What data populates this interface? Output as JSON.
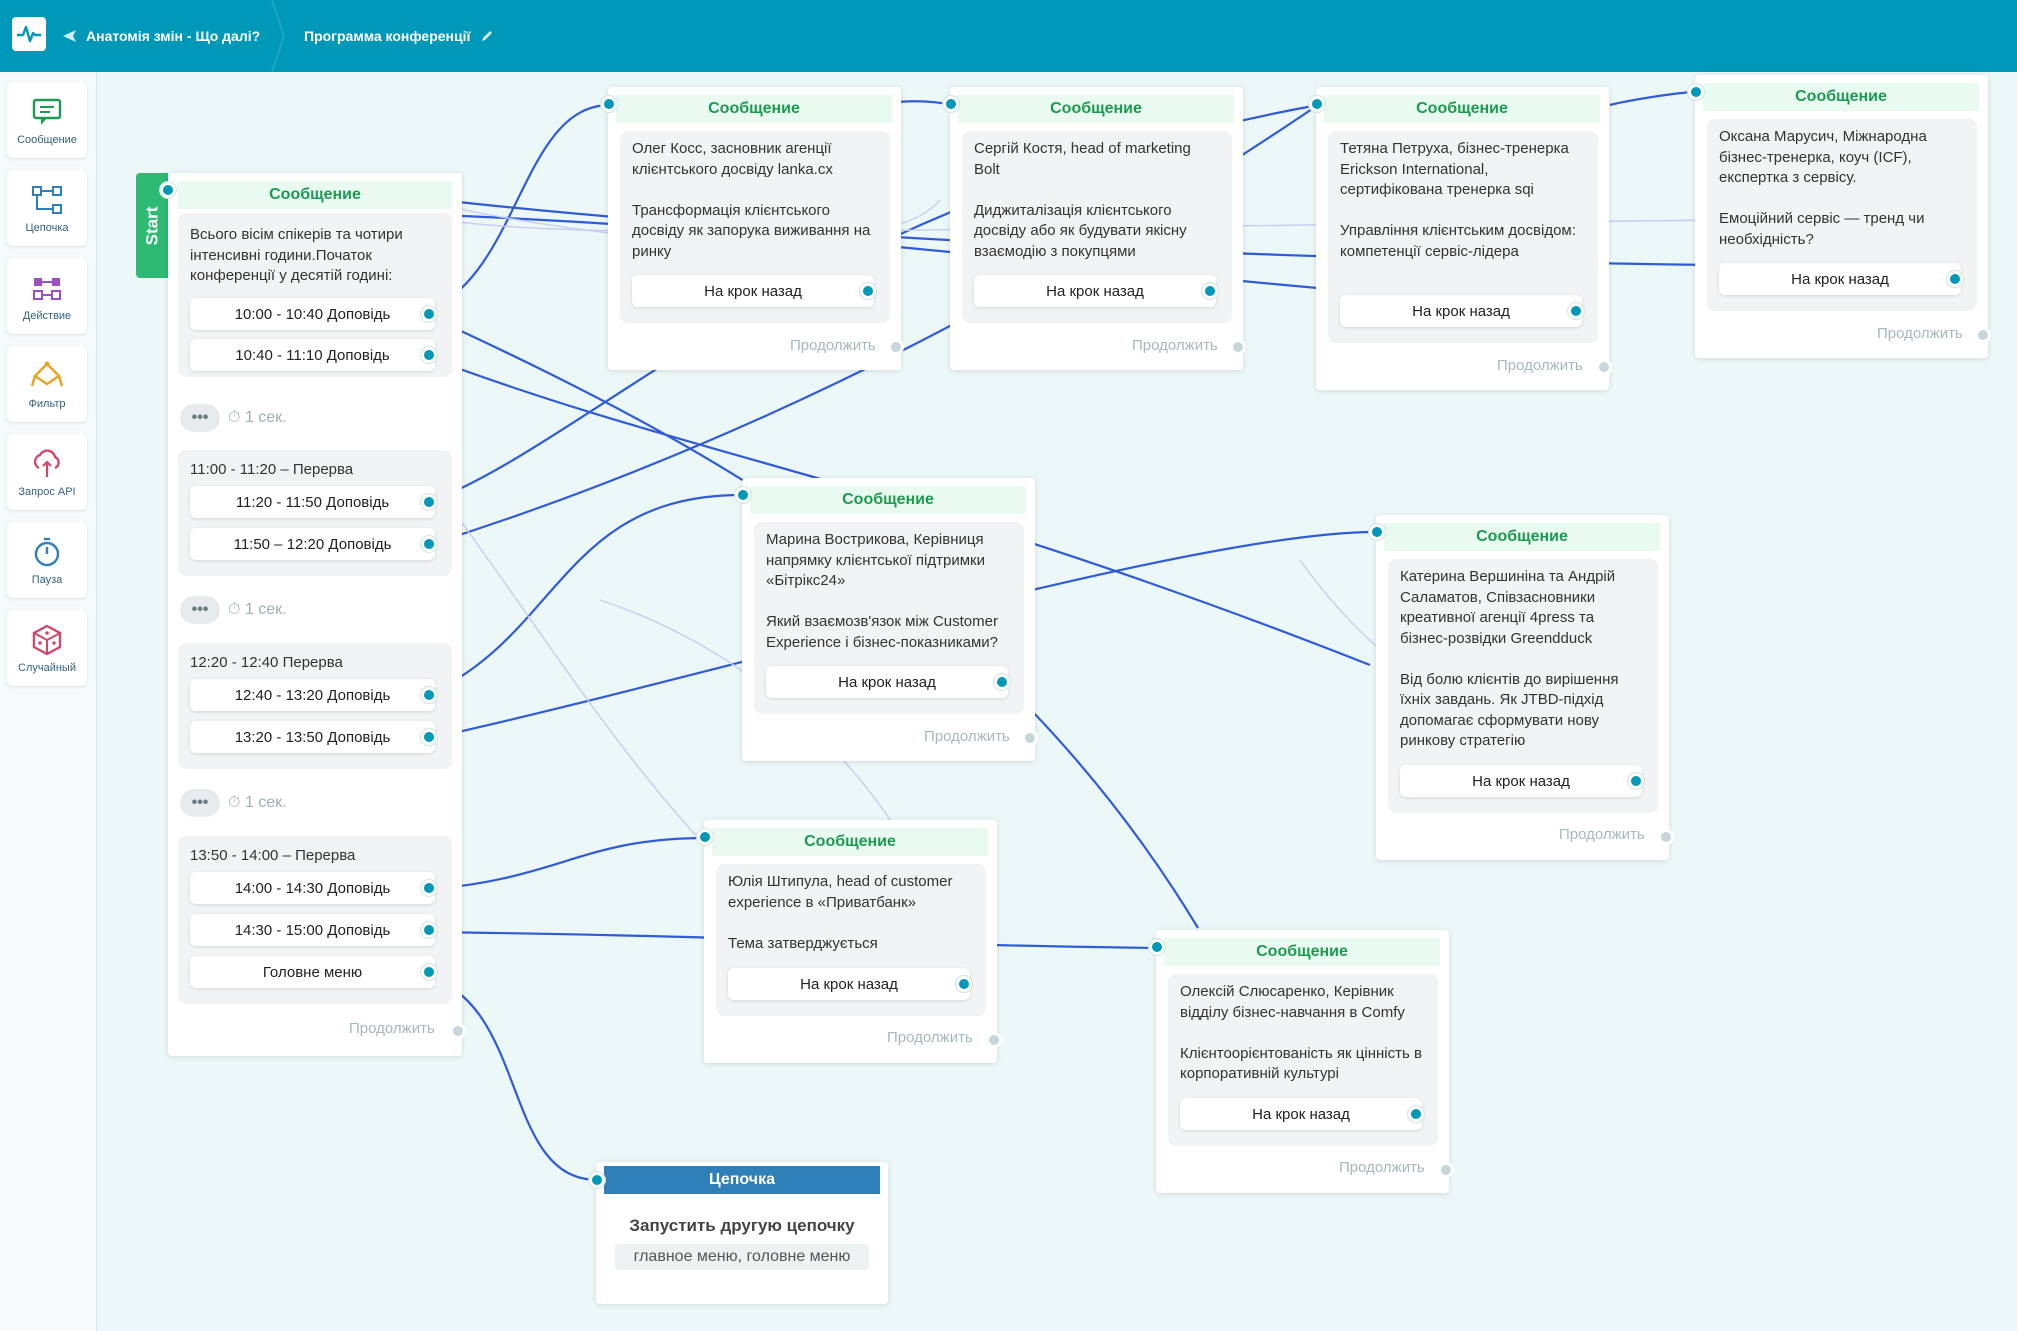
{
  "header": {
    "back_label": "Анатомія змін - Що далі?",
    "title": "Программа конференції"
  },
  "sidebar": {
    "items": [
      {
        "label": "Сообщение",
        "icon": "message-icon",
        "color": "#1c9a52"
      },
      {
        "label": "Цепочка",
        "icon": "chain-icon",
        "color": "#2f7fb8"
      },
      {
        "label": "Действие",
        "icon": "action-icon",
        "color": "#9b4fc0"
      },
      {
        "label": "Фильтр",
        "icon": "filter-icon",
        "color": "#e8a320"
      },
      {
        "label": "Запрос API",
        "icon": "api-icon",
        "color": "#d2486a"
      },
      {
        "label": "Пауза",
        "icon": "pause-icon",
        "color": "#2f7fb8"
      },
      {
        "label": "Случайный",
        "icon": "random-icon",
        "color": "#d2486a"
      }
    ]
  },
  "start_node": {
    "start_label": "Start",
    "head": "Сообщение",
    "intro": "Всього вісім спікерів та чотири інтенсивні години.Початок конференції у десятій годині:",
    "group1": [
      "10:00 - 10:40 Доповідь",
      "10:40 - 11:10 Доповідь"
    ],
    "pause1": "1 сек.",
    "label2": "11:00 - 11:20 – Перерва",
    "group2": [
      "11:20 - 11:50 Доповідь",
      "11:50 – 12:20 Доповідь"
    ],
    "pause2": "1 сек.",
    "label3": "12:20 - 12:40 Перерва",
    "group3": [
      "12:40 - 13:20 Доповідь",
      "13:20 - 13:50 Доповідь"
    ],
    "pause3": "1 сек.",
    "label4": "13:50 - 14:00 – Перерва",
    "group4": [
      "14:00 - 14:30 Доповідь",
      "14:30 - 15:00 Доповідь",
      "Головне меню"
    ],
    "continue": "Продолжить"
  },
  "messages": [
    {
      "head": "Сообщение",
      "text": "Олег Косс, засновник агенції клієнтського досвіду lanka.cx\n\nТрансформація клієнтського досвіду як запорука виживання на ринку",
      "button": "На крок назад",
      "continue": "Продолжить"
    },
    {
      "head": "Сообщение",
      "text": "Сергій Костя, head of marketing Bolt\n\nДиджиталізація клієнтського досвіду або як будувати якісну взаємодію з покупцями",
      "button": "На крок назад",
      "continue": "Продолжить"
    },
    {
      "head": "Сообщение",
      "text": "Тетяна Петруха, бізнес-тренерка Erickson International, сертифікована тренерка sqi\n\nУправління клієнтським досвідом: компетенції сервіс-лідера",
      "button": "На крок назад",
      "continue": "Продолжить"
    },
    {
      "head": "Сообщение",
      "text": "Оксана Марусич, Міжнародна бізнес-тренерка, коуч (ICF), експертка з сервісу.\n\nЕмоційний сервіс — тренд чи необхідність?",
      "button": "На крок назад",
      "continue": "Продолжить"
    },
    {
      "head": "Сообщение",
      "text": "Марина Вострикова, Керівниця напрямку клієнтської підтримки «Бітрікс24»\n\nЯкий взаємозв'язок між Customer Experience і бізнес-показниками?",
      "button": "На крок назад",
      "continue": "Продолжить"
    },
    {
      "head": "Сообщение",
      "text": "Катерина Вершиніна та Андрій Саламатов, Співзасновники креативної агенції 4press та бізнес-розвідки Greendduck\n\nВід болю клієнтів до вирішення їхніх завдань. Як JTBD-підхід допомагає сформувати нову ринкову стратегію",
      "button": "На крок назад",
      "continue": "Продолжить"
    },
    {
      "head": "Сообщение",
      "text": "Юлія Штипула, head of customer experience в «Приватбанк»\n\nТема затверджується",
      "button": "На крок назад",
      "continue": "Продолжить"
    },
    {
      "head": "Сообщение",
      "text": "Олексій Слюсаренко, Керівник відділу бізнес-навчання в Comfy\n\nКлієнтоорієнтованість як цінність в корпоративній культурі",
      "button": "На крок назад",
      "continue": "Продолжить"
    }
  ],
  "chain_node": {
    "head": "Цепочка",
    "title": "Запустить другую цепочку",
    "tag": "главное меню, головне меню"
  }
}
